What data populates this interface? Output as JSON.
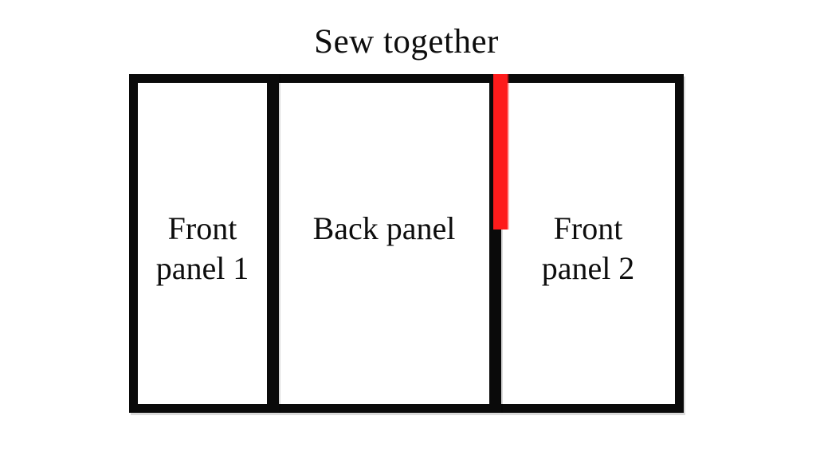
{
  "title": "Sew together",
  "colors": {
    "outline": "#0a0a0a",
    "seam_red": "#fe1b1b",
    "background": "#ffffff",
    "text": "#0d0d0d"
  },
  "diagram": {
    "panels": [
      {
        "id": "front-panel-1",
        "label_lines": [
          "Front",
          "panel 1"
        ]
      },
      {
        "id": "back-panel",
        "label_lines": [
          "Back panel"
        ]
      },
      {
        "id": "front-panel-2",
        "label_lines": [
          "Front",
          "panel 2"
        ]
      }
    ],
    "seam": {
      "color": "#fe1b1b",
      "location": "top half of divider between Back panel and Front panel 2"
    }
  }
}
